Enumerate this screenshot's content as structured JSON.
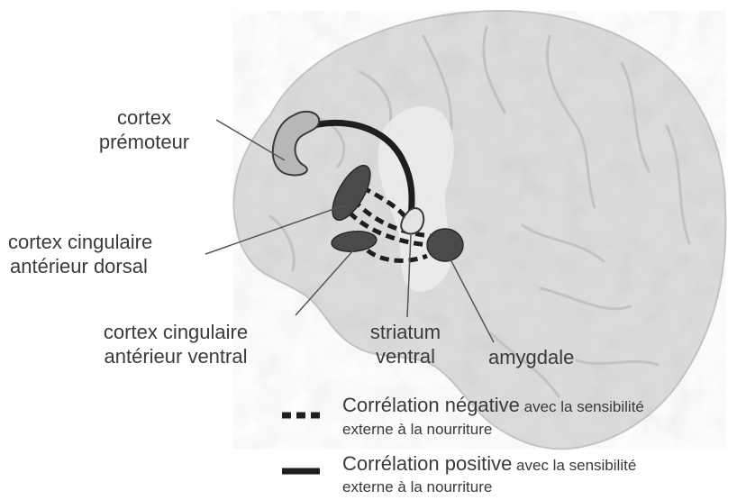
{
  "labels": {
    "cortex_premoteur": [
      "cortex",
      "prémoteur"
    ],
    "cortex_cingulaire_dorsal": [
      "cortex cingulaire",
      "antérieur dorsal"
    ],
    "cortex_cingulaire_ventral": [
      "cortex cingulaire",
      "antérieur ventral"
    ],
    "striatum_ventral": [
      "striatum",
      "ventral"
    ],
    "amygdale": "amygdale"
  },
  "legend": {
    "negative": {
      "main": "Corrélation négative",
      "rest": " avec la sensibilité",
      "line2": "externe à la nourriture",
      "style": "dashed"
    },
    "positive": {
      "main": "Corrélation positive",
      "rest": " avec la sensibilité",
      "line2": "externe à la nourriture",
      "style": "solid"
    }
  },
  "colors": {
    "brain": "#dcdcdc",
    "brain_outline": "#bfbfbf",
    "region_dark": "#4a4a4a",
    "region_light": "#b8b8b8",
    "connection": "#1e1e1e",
    "text": "#3a3a3a"
  }
}
